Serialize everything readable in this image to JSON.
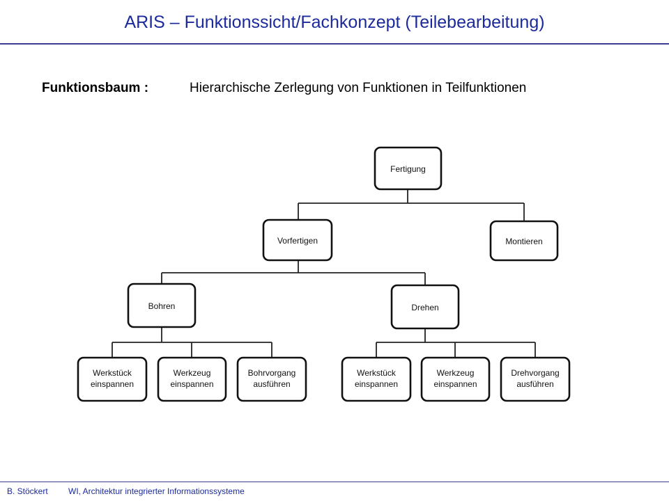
{
  "header": {
    "title": "ARIS – Funktionssicht/Fachkonzept (Teilebearbeitung)"
  },
  "subtitle": {
    "term": "Funktionsbaum :",
    "description": "Hierarchische Zerlegung von Funktionen in Teilfunktionen"
  },
  "tree": {
    "root": "Fertigung",
    "level1": [
      "Vorfertigen",
      "Montieren"
    ],
    "level2": [
      "Bohren",
      "Drehen"
    ],
    "bohren_children": [
      [
        "Werkstück",
        "einspannen"
      ],
      [
        "Werkzeug",
        "einspannen"
      ],
      [
        "Bohrvorgang",
        "ausführen"
      ]
    ],
    "drehen_children": [
      [
        "Werkstück",
        "einspannen"
      ],
      [
        "Werkzeug",
        "einspannen"
      ],
      [
        "Drehvorgang",
        "ausführen"
      ]
    ]
  },
  "footer": {
    "author": "B. Stöckert",
    "course": "WI, Architektur integrierter Informationssysteme"
  },
  "colors": {
    "title": "#1c2a9c",
    "rule": "#3b3b8f"
  }
}
